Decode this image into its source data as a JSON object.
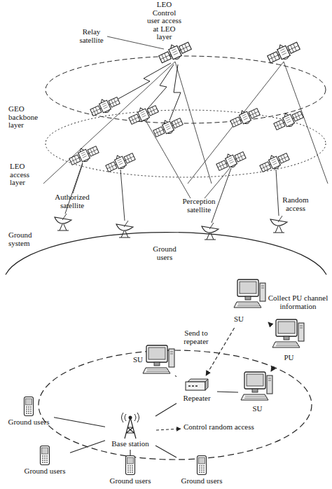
{
  "diagram": {
    "nodes": [
      {
        "text": [
          "SU"
        ]
      },
      {
        "text": [
          "PU"
        ]
      },
      {
        "text": [
          "SU"
        ]
      },
      {
        "text": [
          "Repeater"
        ]
      },
      {
        "text": [
          "SU"
        ]
      },
      {
        "text": [
          "Ground users"
        ]
      },
      {
        "text": [
          "Base station"
        ]
      },
      {
        "text": [
          "Ground users"
        ]
      },
      {
        "text": [
          "Ground users"
        ]
      },
      {
        "text": [
          "Ground users"
        ]
      }
    ],
    "edges": [
      {
        "from": 1,
        "to": 0,
        "arrow": "to",
        "label": "Collect PU channel information"
      },
      {
        "from": 0,
        "to": 3,
        "arrow": "to",
        "label": "Send to repeater"
      },
      {
        "from": 1,
        "to": 4,
        "arrow": "to"
      },
      {
        "from": 2,
        "to": 3,
        "arrow": "none"
      },
      {
        "from": 3,
        "to": 4,
        "arrow": "none"
      },
      {
        "from": 6,
        "to": 3,
        "arrow": "none"
      },
      {
        "from": 6,
        "to": 5,
        "arrow": "none"
      },
      {
        "from": 6,
        "to": 7,
        "arrow": "none"
      },
      {
        "from": 6,
        "to": 8,
        "arrow": "none"
      },
      {
        "from": 6,
        "to": 9,
        "arrow": "none"
      }
    ],
    "labels": [
      "LEO Control user access at LEO layer",
      "Relay satellite",
      "GEO backbone layer",
      "LEO access layer",
      "Authorized satellite",
      "Perception satellite",
      "Random access",
      "Ground system",
      "Ground users",
      "Control random access"
    ]
  }
}
